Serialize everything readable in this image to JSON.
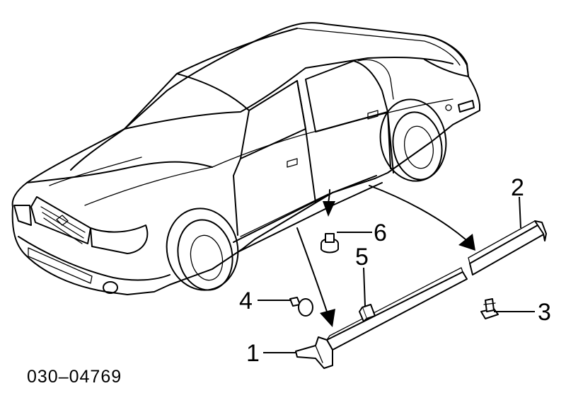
{
  "diagram": {
    "part_code": "030–04769",
    "callouts": [
      "1",
      "2",
      "3",
      "4",
      "5",
      "6"
    ],
    "colors": {
      "ink": "#000000",
      "paper": "#ffffff"
    }
  }
}
